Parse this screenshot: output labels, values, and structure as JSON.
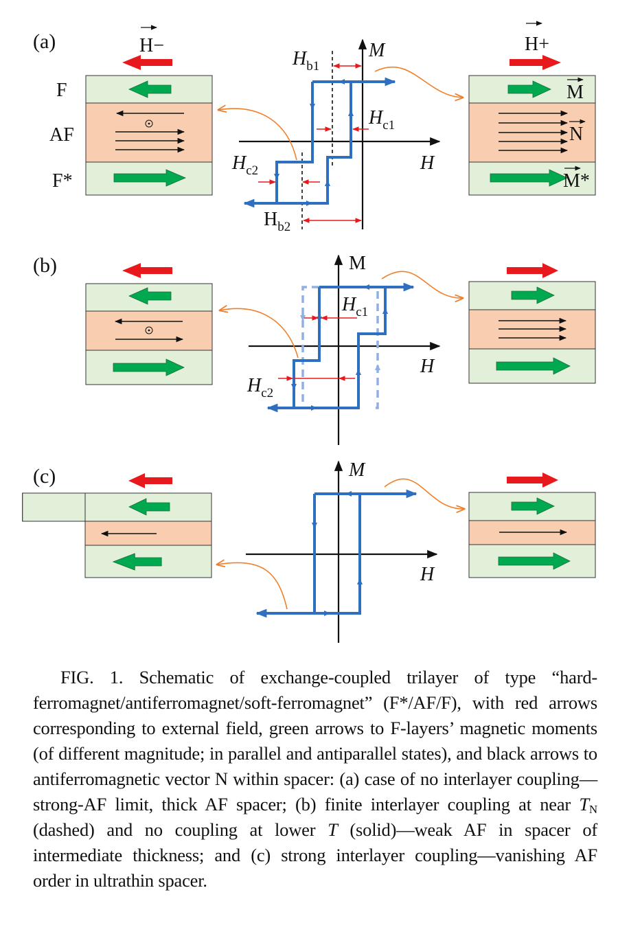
{
  "figure": {
    "panels": [
      {
        "id": "a",
        "label": "(a)",
        "left_field_label": "H−",
        "right_field_label": "H+",
        "layer_labels": [
          "F",
          "AF",
          "F*"
        ],
        "right_vector_labels": [
          "M",
          "N",
          "M*"
        ],
        "axis_labels": {
          "x": "H",
          "y": "M"
        },
        "annotations": [
          "H_b1",
          "H_c1",
          "H_c2",
          "H_b2"
        ],
        "left_stack": {
          "F_arrow": "left",
          "AF_arrows": [
            "left",
            "out-of-plane",
            "right",
            "right",
            "right"
          ],
          "F_star_arrow": "right"
        },
        "right_stack": {
          "F_arrow": "right",
          "AF_arrows": [
            "right",
            "right",
            "right",
            "right",
            "right"
          ],
          "F_star_arrow": "right"
        }
      },
      {
        "id": "b",
        "label": "(b)",
        "axis_labels": {
          "x": "H",
          "y": "M"
        },
        "annotations": [
          "H_c1",
          "H_c2"
        ],
        "curves": [
          "solid: no coupling at lower T",
          "dashed: finite coupling near T_N"
        ],
        "left_stack": {
          "F_arrow": "left",
          "AF_arrows": [
            "left",
            "out-of-plane",
            "right"
          ],
          "F_star_arrow": "right"
        },
        "right_stack": {
          "F_arrow": "right",
          "AF_arrows": [
            "right",
            "right",
            "right"
          ],
          "F_star_arrow": "right"
        }
      },
      {
        "id": "c",
        "label": "(c)",
        "axis_labels": {
          "x": "H",
          "y": "M"
        },
        "left_stack": {
          "F_arrow": "left",
          "AF_arrows": [
            "left"
          ],
          "F_star_arrow": "left"
        },
        "right_stack": {
          "F_arrow": "right",
          "AF_arrows": [
            "right"
          ],
          "F_star_arrow": "right"
        }
      }
    ],
    "colors": {
      "field_arrow": "#e8191c",
      "moment_arrow": "#00a94f",
      "loop_curve": "#2e6fc0",
      "loop_dashed": "#8fb0e0",
      "connector": "#f07f2a",
      "f_layer": "#e2efd9",
      "af_layer": "#f9cdb0",
      "coercive_marker": "#e8191c"
    }
  },
  "caption": {
    "fig_label": "FIG. 1.",
    "text_1": " Schematic of exchange-coupled trilayer of type “hard-ferromagnet/antiferromagnet/soft-ferromagnet” (F*/AF/F), with red arrows corresponding to external field, green arrows to F-layers’ magnetic moments (of different magnitude; in parallel and antiparallel states), and black arrows to antiferromagnetic vector N within spacer: (a) case of no interlayer coupling—strong-AF limit, thick AF spacer; (b) finite interlayer coupling at near ",
    "tn_main": "T",
    "tn_sub": "N",
    "text_2": " (dashed) and no coupling at lower ",
    "t_var": "T",
    "text_3": " (solid)—weak AF in spacer of intermediate thickness; and (c) strong interlayer coupling—vanishing AF order in ultrathin spacer."
  }
}
